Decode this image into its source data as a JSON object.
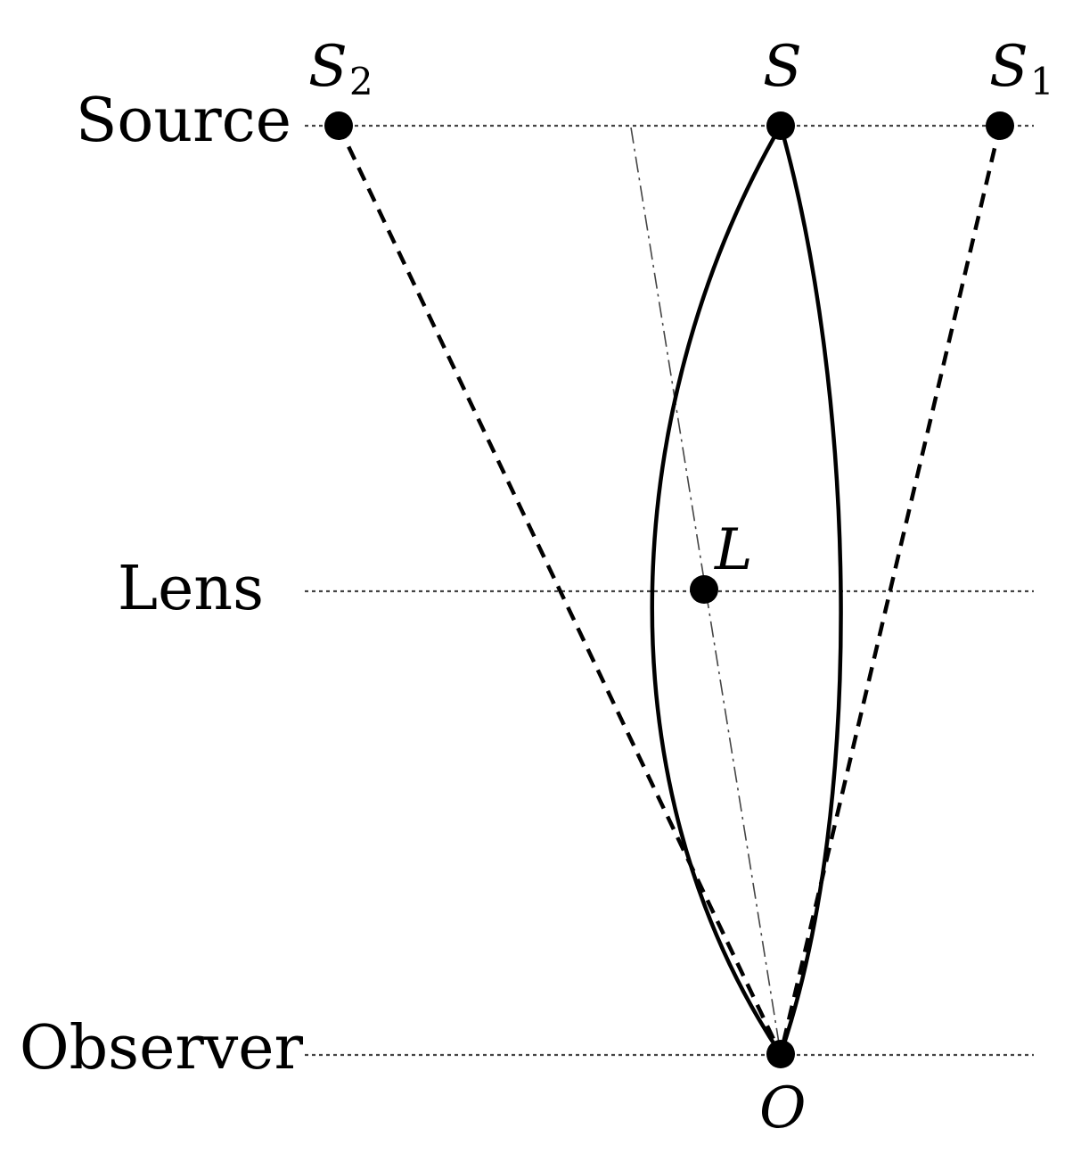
{
  "planes": {
    "source": "Source",
    "lens": "Lens",
    "observer": "Observer"
  },
  "points": {
    "s2": {
      "main": "S",
      "sub": "2"
    },
    "s": "S",
    "s1": {
      "main": "S",
      "sub": "1"
    },
    "l": "L",
    "o": "O"
  }
}
